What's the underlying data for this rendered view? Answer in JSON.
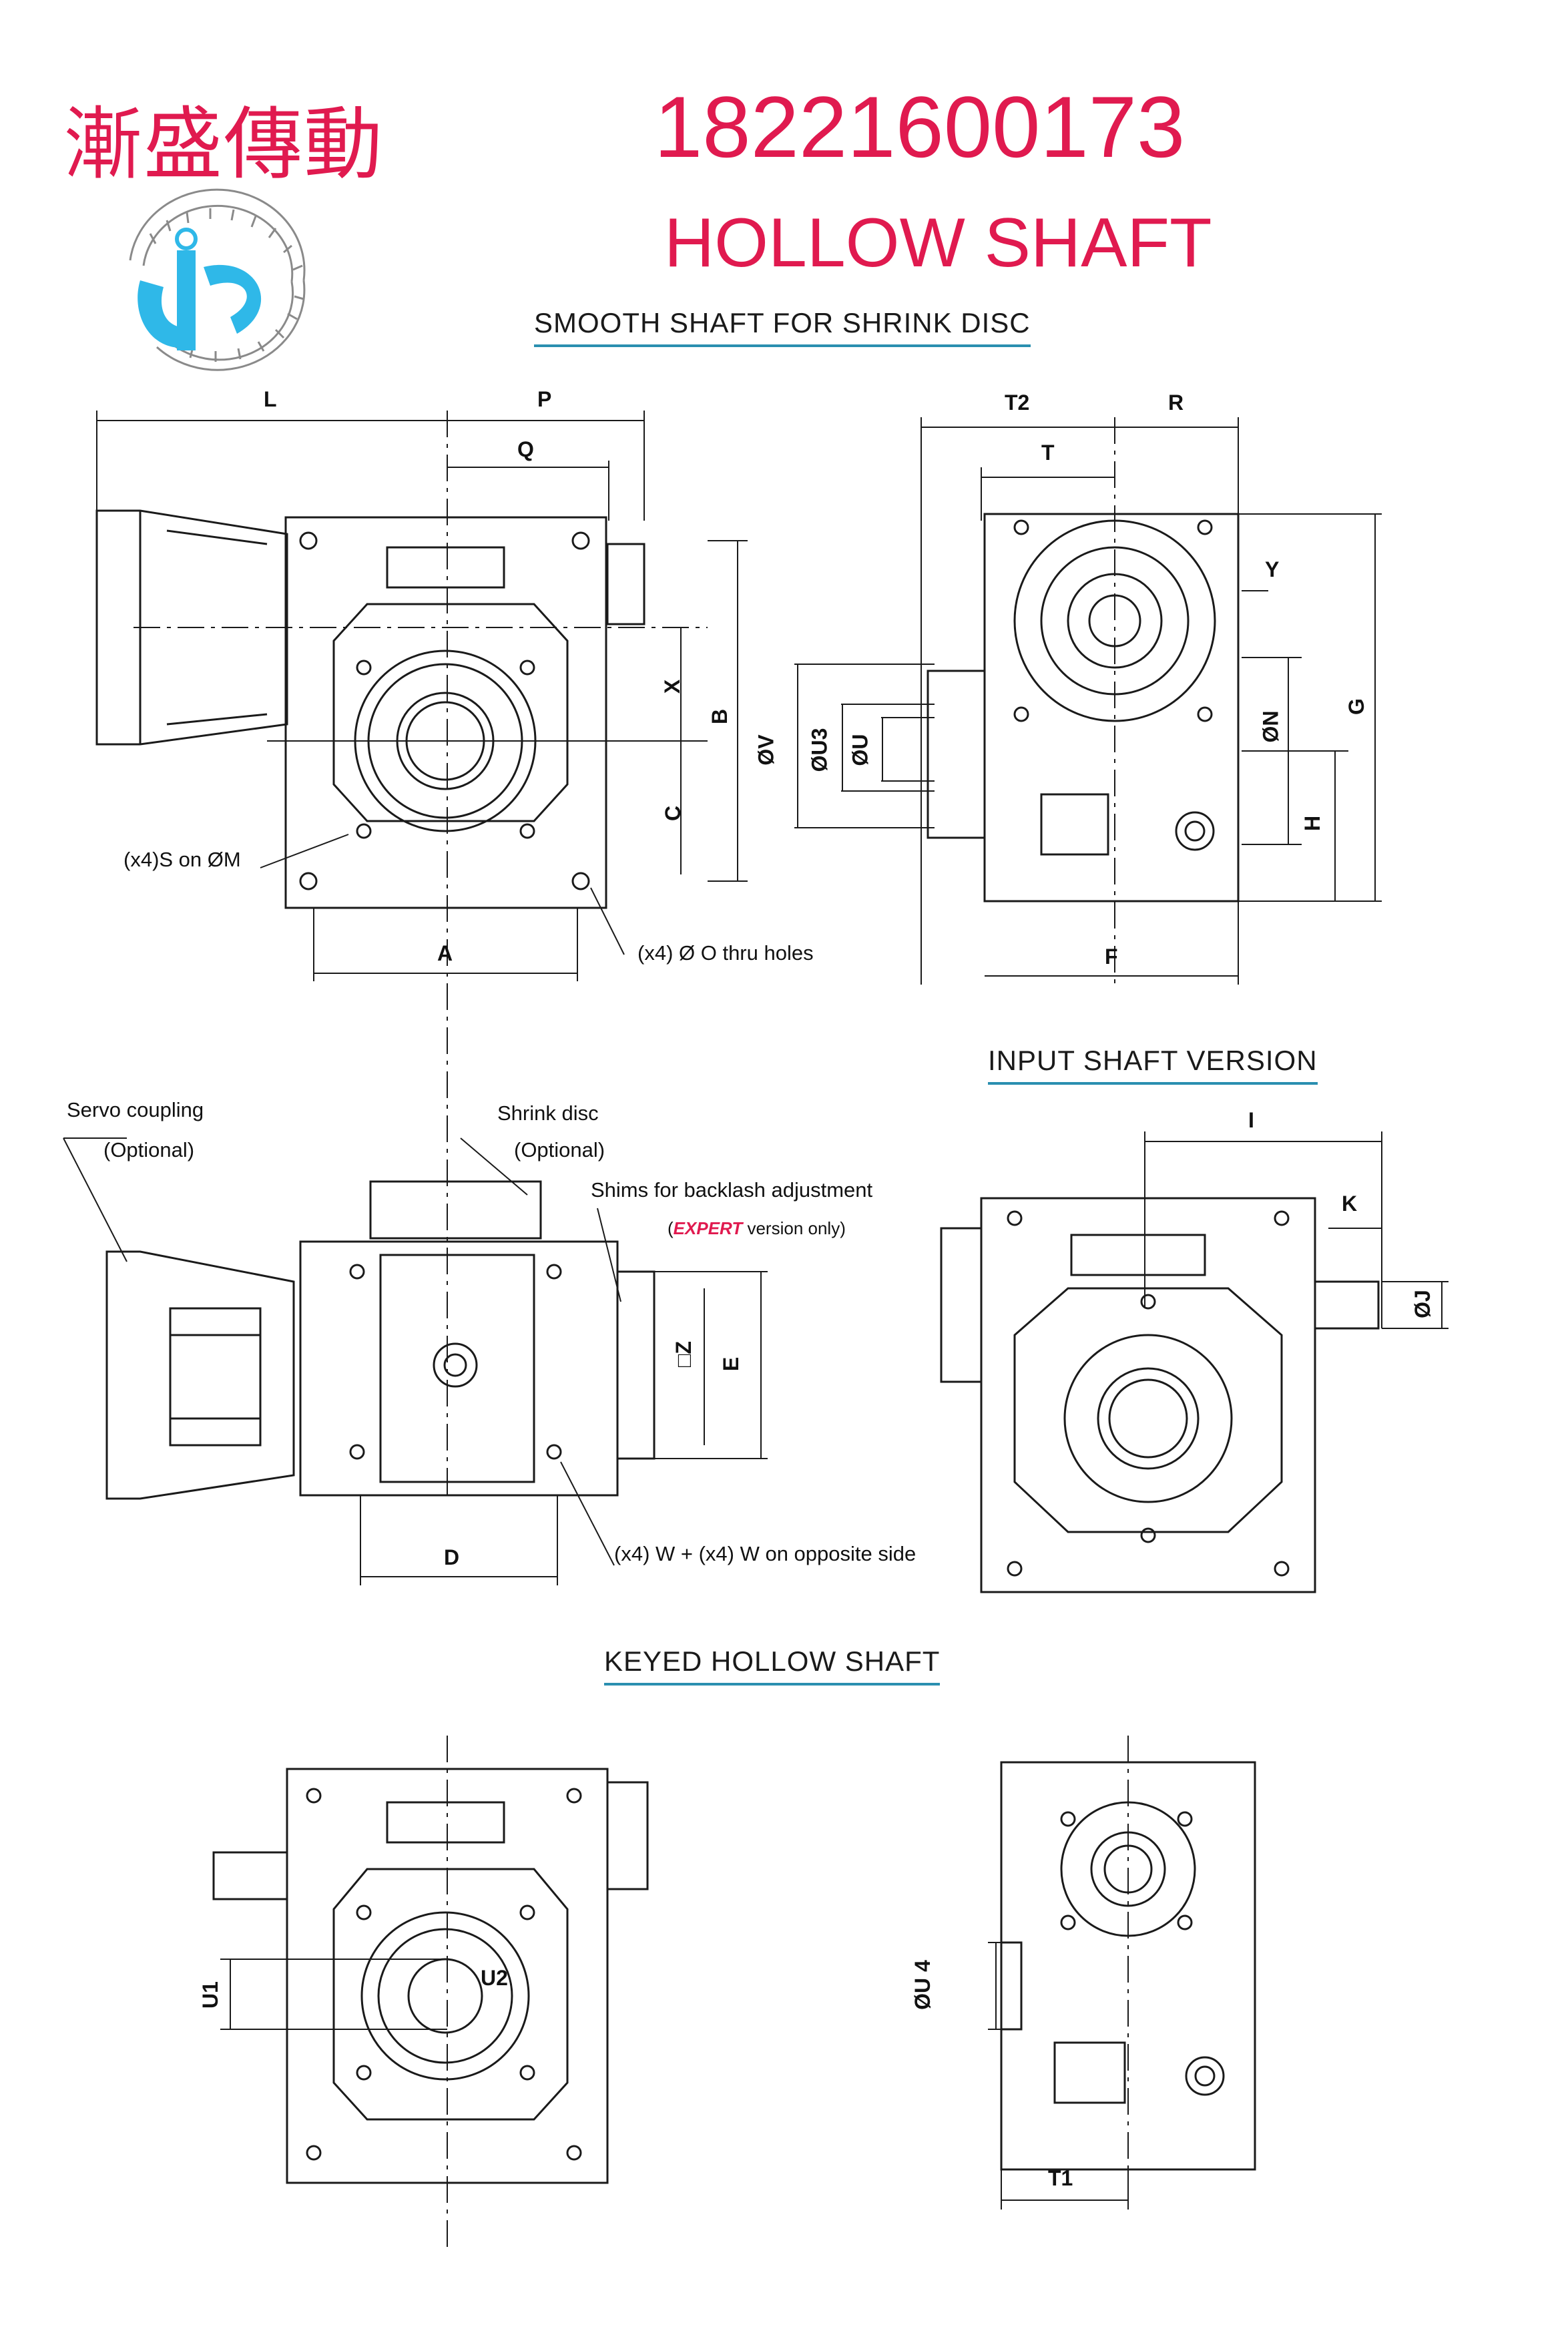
{
  "brand": {
    "chinese_name": "漸盛傳動",
    "phone": "18221600173",
    "colors": {
      "brand_red": "#e01a4f",
      "logo_blue": "#2fb8e8",
      "underline_blue": "#2a8fb0"
    }
  },
  "title": "HOLLOW SHAFT",
  "sections": {
    "smooth": "SMOOTH SHAFT FOR SHRINK DISC",
    "input": "INPUT SHAFT VERSION",
    "keyed": "KEYED HOLLOW SHAFT"
  },
  "dims": {
    "L": "L",
    "P": "P",
    "Q": "Q",
    "X": "X",
    "B": "B",
    "C": "C",
    "A": "A",
    "T2": "T2",
    "R": "R",
    "T": "T",
    "Y": "Y",
    "N": "ØN",
    "G": "G",
    "H": "H",
    "F": "F",
    "V": "ØV",
    "U3": "ØU3",
    "U": "ØU",
    "I": "I",
    "K": "K",
    "J": "ØJ",
    "Z": "□Z",
    "E": "E",
    "D": "D",
    "U1": "U1",
    "U2": "U2",
    "U4": "ØU 4",
    "T1": "T1"
  },
  "notes": {
    "s_on_m": "(x4)S on ØM",
    "o_holes": "(x4) Ø O thru holes",
    "servo": "Servo coupling",
    "servo_opt": "(Optional)",
    "shrink": "Shrink disc",
    "shrink_opt": "(Optional)",
    "shims": "Shims for backlash adjustment",
    "expert_word": "EXPERT",
    "expert_rest": " version only)",
    "expert_open": "(",
    "w_note": "(x4) W + (x4) W on opposite side"
  }
}
